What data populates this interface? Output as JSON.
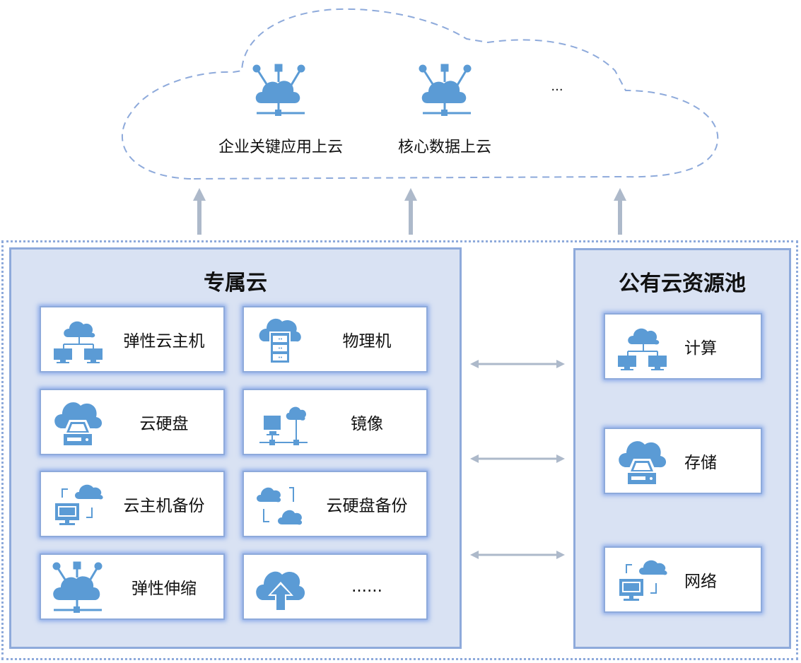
{
  "cloud": {
    "items": [
      {
        "label": "企业关键应用上云",
        "icon": "cloud-network-icon"
      },
      {
        "label": "核心数据上云",
        "icon": "cloud-network-icon"
      },
      {
        "label": "...",
        "icon": ""
      }
    ]
  },
  "dedicated_cloud": {
    "title": "专属云",
    "items": [
      {
        "label": "弹性云主机",
        "icon": "cloud-servers-icon"
      },
      {
        "label": "物理机",
        "icon": "physical-server-icon"
      },
      {
        "label": "云硬盘",
        "icon": "cloud-disk-icon"
      },
      {
        "label": "镜像",
        "icon": "image-network-icon"
      },
      {
        "label": "云主机备份",
        "icon": "host-backup-icon"
      },
      {
        "label": "云硬盘备份",
        "icon": "disk-backup-icon"
      },
      {
        "label": "弹性伸缩",
        "icon": "auto-scaling-icon"
      },
      {
        "label": "......",
        "icon": "cloud-upload-icon"
      }
    ]
  },
  "public_pool": {
    "title": "公有云资源池",
    "items": [
      {
        "label": "计算",
        "icon": "cloud-servers-icon"
      },
      {
        "label": "存储",
        "icon": "cloud-disk-icon"
      },
      {
        "label": "网络",
        "icon": "host-backup-icon"
      }
    ]
  },
  "colors": {
    "icon_blue": "#5b9bd5",
    "panel_fill": "#d9e2f3",
    "panel_border": "#8eaadb",
    "arrow_gray": "#adb9ca",
    "cloud_dash": "#8eaadb"
  }
}
